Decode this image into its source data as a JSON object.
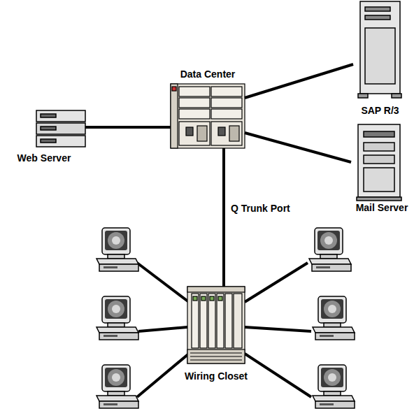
{
  "diagram": {
    "nodes": [
      {
        "text": [
          "Data Center"
        ]
      },
      {
        "text": [
          "SAP R/3"
        ]
      },
      {
        "text": [
          "Web Server"
        ]
      },
      {
        "text": [
          "Mail Server"
        ]
      },
      {
        "text": [
          "Wiring Closet"
        ]
      }
    ],
    "edges": [
      {
        "from": 0,
        "to": 2,
        "arrow": "none"
      },
      {
        "from": 0,
        "to": 1,
        "arrow": "none"
      },
      {
        "from": 0,
        "to": 3,
        "arrow": "none"
      },
      {
        "from": 0,
        "to": 4,
        "label": "Q Trunk Port",
        "arrow": "none"
      }
    ]
  }
}
